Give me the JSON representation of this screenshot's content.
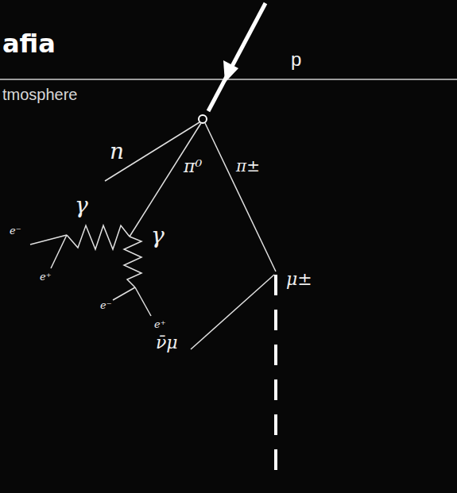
{
  "diagram": {
    "title": "afia",
    "labels": [
      "tmosphere",
      "p",
      "n",
      "π⁰",
      "π±",
      "γ",
      "γ",
      "e⁻",
      "e⁺",
      "e⁻",
      "e⁺",
      "μ±",
      "ν̄μ"
    ]
  }
}
